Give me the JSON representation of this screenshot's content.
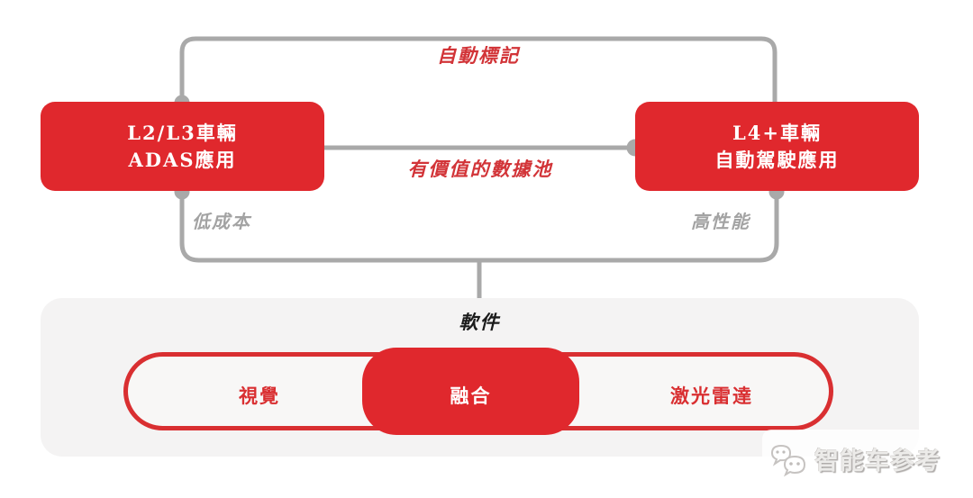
{
  "diagram": {
    "top_label": "自動標記",
    "middle_label": "有價值的數據池",
    "left_box": {
      "line1": "L2/L3車輛",
      "line2": "ADAS應用",
      "caption": "低成本"
    },
    "right_box": {
      "line1": "L4+車輛",
      "line2": "自動駕駛應用",
      "caption": "高性能"
    }
  },
  "software_panel": {
    "title": "軟件",
    "segments": [
      {
        "label": "視覺",
        "active": false
      },
      {
        "label": "融合",
        "active": true
      },
      {
        "label": "激光雷達",
        "active": false
      }
    ]
  },
  "watermark": {
    "text": "智能车参考",
    "icon": "wechat-bubbles-icon"
  },
  "colors": {
    "box_red": "#E0282D",
    "red_text": "#D23438",
    "pill_border_red": "#D92F31",
    "connector_gray": "#A9A9A9",
    "caption_gray": "#A3A3A3",
    "panel_bg": "#F4F3F3"
  }
}
